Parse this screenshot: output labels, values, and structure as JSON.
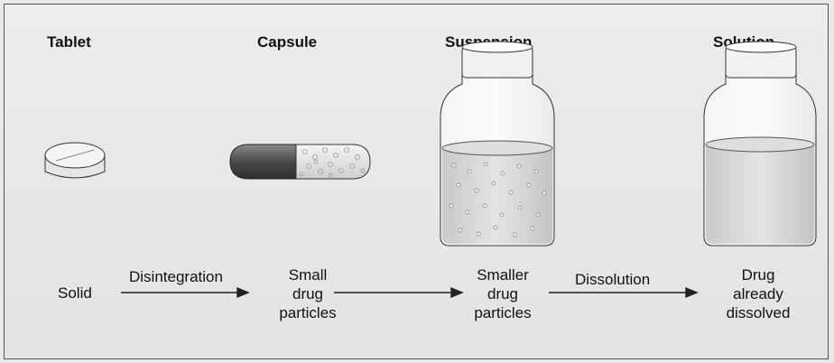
{
  "stages": {
    "tablet": "Tablet",
    "capsule": "Capsule",
    "suspension": "Suspension",
    "solution": "Solution"
  },
  "steps": {
    "solid": "Solid",
    "disintegration": "Disintegration",
    "small_particles": [
      "Small",
      "drug",
      "particles"
    ],
    "dissolution": "Dissolution",
    "smaller_particles": [
      "Smaller",
      "drug",
      "particles"
    ],
    "drug_dissolved": [
      "Drug",
      "already",
      "dissolved"
    ]
  },
  "colors": {
    "line": "#222222",
    "fill_light": "#f4f4f2",
    "liquid": "#d6d6d4",
    "capsule_dark": "#5a5a58"
  }
}
